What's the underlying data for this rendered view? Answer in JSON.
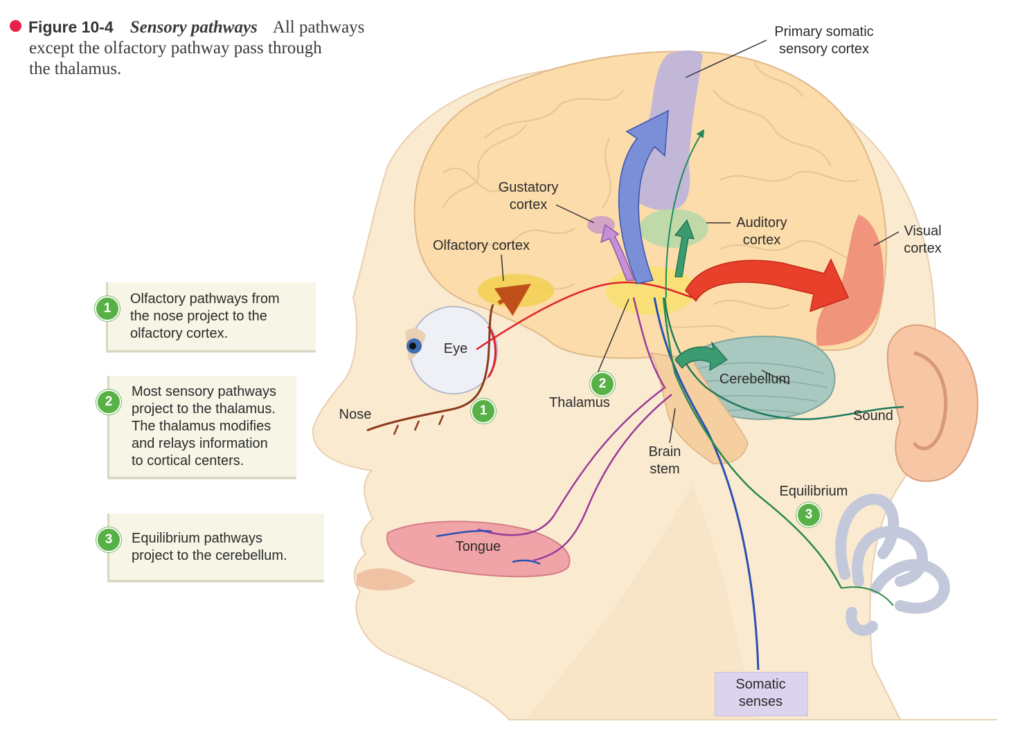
{
  "caption": {
    "figure_number": "Figure 10-4",
    "figure_title": "Sensory pathways",
    "text_line1": "All pathways",
    "text_line2": "except the olfactory pathway pass through",
    "text_line3": "the thalamus.",
    "bullet_color": "#e8204a"
  },
  "callouts": [
    {
      "number": "1",
      "lines": [
        "Olfactory pathways from",
        "the nose project to the",
        "olfactory cortex."
      ]
    },
    {
      "number": "2",
      "lines": [
        "Most sensory pathways",
        "project to the thalamus.",
        "The thalamus modifies",
        "and relays information",
        "to cortical centers."
      ]
    },
    {
      "number": "3",
      "lines": [
        "Equilibrium pathways",
        "project to the cerebellum."
      ]
    }
  ],
  "labels": {
    "primary_somatic_line1": "Primary somatic",
    "primary_somatic_line2": "sensory cortex",
    "gustatory_line1": "Gustatory",
    "gustatory_line2": "cortex",
    "olfactory_cortex": "Olfactory cortex",
    "auditory_line1": "Auditory",
    "auditory_line2": "cortex",
    "visual_line1": "Visual",
    "visual_line2": "cortex",
    "eye": "Eye",
    "nose": "Nose",
    "thalamus": "Thalamus",
    "cerebellum": "Cerebellum",
    "sound": "Sound",
    "brain_stem_line1": "Brain",
    "brain_stem_line2": "stem",
    "equilibrium": "Equilibrium",
    "tongue": "Tongue",
    "somatic_line1": "Somatic",
    "somatic_line2": "senses"
  },
  "diagram_badges": {
    "olfactory": "1",
    "thalamus": "2",
    "equilibrium": "3"
  },
  "colors": {
    "badge_green": "#58b146",
    "olfactory_path": "#8b3a1a",
    "visual_path": "#e0202a",
    "gustatory_path": "#9a3a9a",
    "somatic_path": "#2a50b0",
    "auditory_path": "#1e7a5a",
    "equilibrium_path": "#2a8a4a",
    "skin": "#f9e6c8",
    "brain": "#fbdcaa",
    "visual_cortex": "#f08c78",
    "somatic_cortex": "#b9b0e0",
    "auditory_cortex": "#b8d8a8",
    "thalamus_area": "#f8e070",
    "cerebellum": "#a8c8c0",
    "tongue": "#f0a4a8",
    "somatic_box": "#dcd3ee"
  }
}
